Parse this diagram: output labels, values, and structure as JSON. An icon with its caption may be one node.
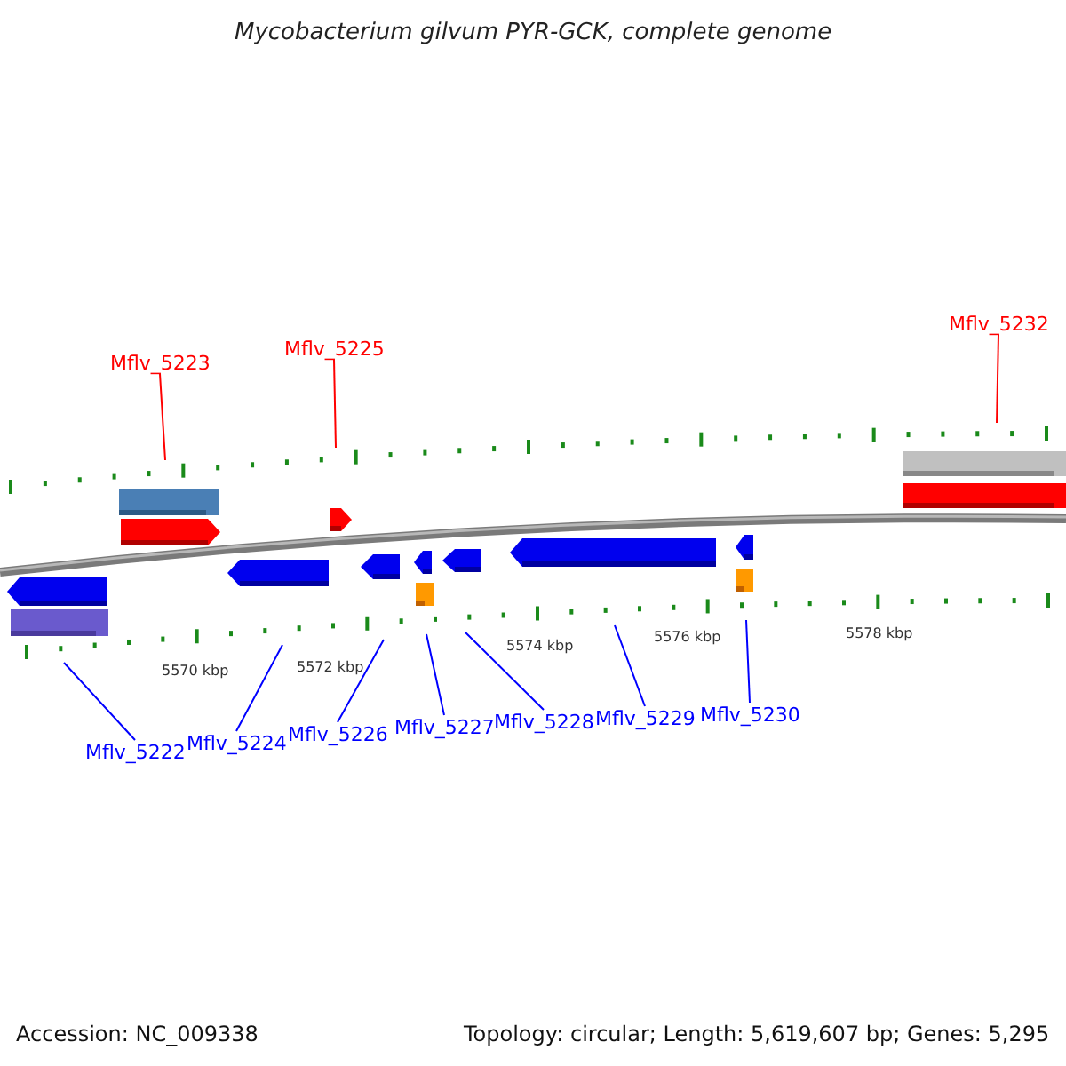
{
  "diagram": {
    "title": "Mycobacterium gilvum PYR-GCK, complete genome",
    "nodes": [
      {
        "text": [
          "Mflv_5223"
        ]
      },
      {
        "text": [
          "Mflv_5225"
        ]
      },
      {
        "text": [
          "Mflv_5232"
        ]
      },
      {
        "text": [
          "Mflv_5222"
        ]
      },
      {
        "text": [
          "Mflv_5224"
        ]
      },
      {
        "text": [
          "Mflv_5226"
        ]
      },
      {
        "text": [
          "Mflv_5227"
        ]
      },
      {
        "text": [
          "Mflv_5228"
        ]
      },
      {
        "text": [
          "Mflv_5229"
        ]
      },
      {
        "text": [
          "Mflv_5230"
        ]
      }
    ],
    "edges": [
      {
        "from": 0,
        "to": null,
        "arrow": "none",
        "color": "#ff0000"
      },
      {
        "from": 1,
        "to": null,
        "arrow": "none",
        "color": "#ff0000"
      },
      {
        "from": 2,
        "to": null,
        "arrow": "none",
        "color": "#ff0000"
      },
      {
        "from": 3,
        "to": null,
        "arrow": "none"
      },
      {
        "from": 4,
        "to": null,
        "arrow": "none"
      },
      {
        "from": 5,
        "to": null,
        "arrow": "none"
      },
      {
        "from": 6,
        "to": null,
        "arrow": "none"
      },
      {
        "from": 7,
        "to": null,
        "arrow": "none"
      },
      {
        "from": 8,
        "to": null,
        "arrow": "none"
      },
      {
        "from": 9,
        "to": null,
        "arrow": "none"
      }
    ],
    "labels": [
      "5570 kbp",
      "5572 kbp",
      "5574 kbp",
      "5576 kbp",
      "5578 kbp",
      "Accession: NC_009338",
      "Topology: circular; Length: 5,619,607 bp; Genes: 5,295"
    ]
  }
}
